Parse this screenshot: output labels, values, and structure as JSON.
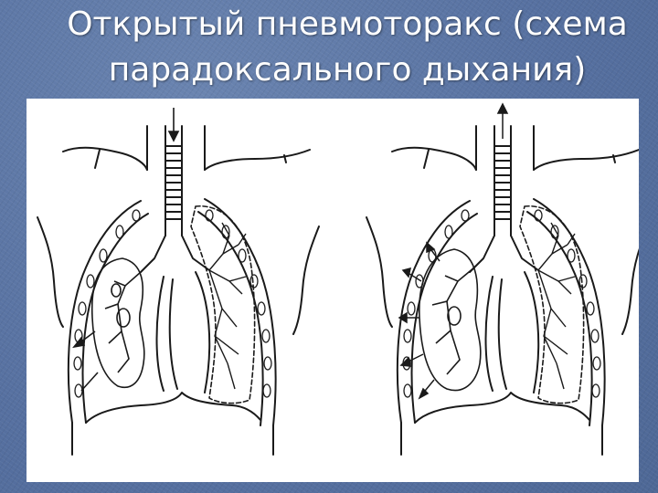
{
  "slide": {
    "title_line1": "Открытый пневмоторакс (схема",
    "title_line2": "парадоксального дыхания)",
    "background_color": "#5e78a6",
    "figure_background": "#ffffff",
    "line_color": "#1a1a1a"
  },
  "figure": {
    "panels": [
      {
        "id": "left",
        "phase": "inspiration"
      },
      {
        "id": "right",
        "phase": "expiration"
      }
    ]
  }
}
